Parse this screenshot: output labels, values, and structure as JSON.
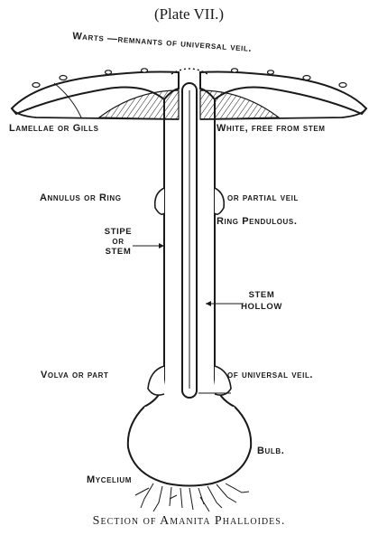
{
  "plate_title": "(Plate VII.)",
  "caption": "Section of Amanita Phalloides.",
  "labels": {
    "warts": "Warts —remnants of universal veil.",
    "lamellae": "Lamellae or Gills",
    "white_free": "White, free from stem",
    "annulus": "Annulus or Ring",
    "partial_veil": "or partial veil",
    "ring_pendulous": "Ring Pendulous.",
    "stipe_1": "STIPE",
    "stipe_2": "OR",
    "stipe_3": "STEM",
    "stem_hollow_1": "STEM",
    "stem_hollow_2": "HOLLOW",
    "volva": "Volva or part",
    "universal_veil": "of universal veil.",
    "bulb": "Bulb.",
    "mycelium": "Mycelium"
  },
  "colors": {
    "ink": "#1a1a1a",
    "paper": "#ffffff"
  }
}
